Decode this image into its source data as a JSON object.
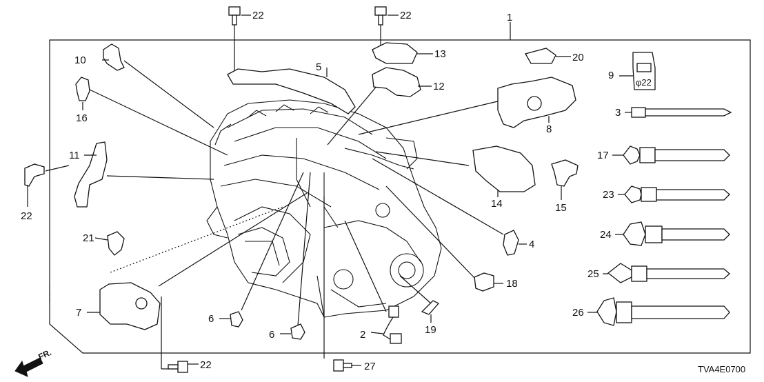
{
  "diagram": {
    "code": "TVA4E0700",
    "front_label": "FR.",
    "callouts": [
      {
        "id": "c1",
        "text": "1"
      },
      {
        "id": "c2",
        "text": "2"
      },
      {
        "id": "c3",
        "text": "3"
      },
      {
        "id": "c4",
        "text": "4"
      },
      {
        "id": "c5",
        "text": "5"
      },
      {
        "id": "c6a",
        "text": "6"
      },
      {
        "id": "c6b",
        "text": "6"
      },
      {
        "id": "c7",
        "text": "7"
      },
      {
        "id": "c8",
        "text": "8"
      },
      {
        "id": "c9",
        "text": "9"
      },
      {
        "id": "c10",
        "text": "10"
      },
      {
        "id": "c11",
        "text": "11"
      },
      {
        "id": "c12",
        "text": "12"
      },
      {
        "id": "c13",
        "text": "13"
      },
      {
        "id": "c14",
        "text": "14"
      },
      {
        "id": "c15",
        "text": "15"
      },
      {
        "id": "c16",
        "text": "16"
      },
      {
        "id": "c17",
        "text": "17"
      },
      {
        "id": "c18",
        "text": "18"
      },
      {
        "id": "c19",
        "text": "19"
      },
      {
        "id": "c20",
        "text": "20"
      },
      {
        "id": "c21",
        "text": "21"
      },
      {
        "id": "c22a",
        "text": "22"
      },
      {
        "id": "c22b",
        "text": "22"
      },
      {
        "id": "c22c",
        "text": "22"
      },
      {
        "id": "c22d",
        "text": "22"
      },
      {
        "id": "c23",
        "text": "23"
      },
      {
        "id": "c24",
        "text": "24"
      },
      {
        "id": "c25",
        "text": "25"
      },
      {
        "id": "c26",
        "text": "26"
      },
      {
        "id": "c27",
        "text": "27"
      }
    ],
    "clip_marking": "φ22"
  }
}
